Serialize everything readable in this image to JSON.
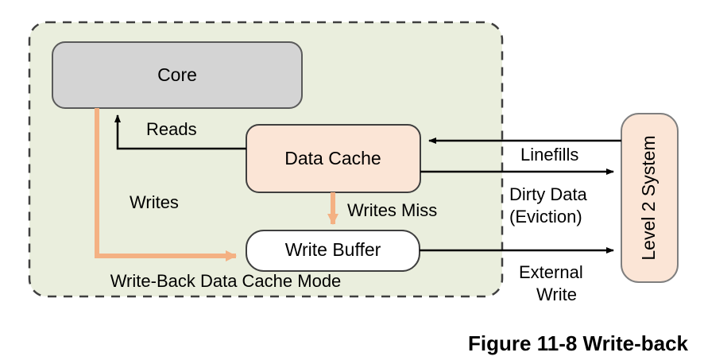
{
  "figure": {
    "caption": "Figure 11-8 Write-back",
    "region_label": "Write-Back Data Cache Mode"
  },
  "nodes": {
    "core": {
      "label": "Core",
      "fill": "#d4d4d4",
      "stroke": "#5a5a5a"
    },
    "data_cache": {
      "label": "Data Cache",
      "fill": "#fbe5d6",
      "stroke": "#3f3f3f"
    },
    "write_buffer": {
      "label": "Write Buffer",
      "fill": "#ffffff",
      "stroke": "#3f3f3f"
    },
    "level2": {
      "label": "Level 2 System",
      "fill": "#fbe5d6",
      "stroke": "#7f7f7f"
    }
  },
  "edges": {
    "reads": {
      "label": "Reads",
      "color": "#000000"
    },
    "writes": {
      "label": "Writes",
      "color": "#f4b183"
    },
    "writes_miss": {
      "label": "Writes Miss",
      "color": "#f4b183"
    },
    "linefills": {
      "label": "Linefills",
      "color": "#000000"
    },
    "dirty_data_line1": {
      "label": "Dirty Data",
      "color": "#000000"
    },
    "dirty_data_line2": {
      "label": "(Eviction)",
      "color": "#000000"
    },
    "external_write_line1": {
      "label": "External",
      "color": "#000000"
    },
    "external_write_line2": {
      "label": "Write",
      "color": "#000000"
    }
  },
  "colors": {
    "region_fill": "#eaeedd",
    "region_stroke": "#3f3f3f",
    "background": "#ffffff",
    "accent_orange": "#f4b183",
    "text": "#000000"
  }
}
